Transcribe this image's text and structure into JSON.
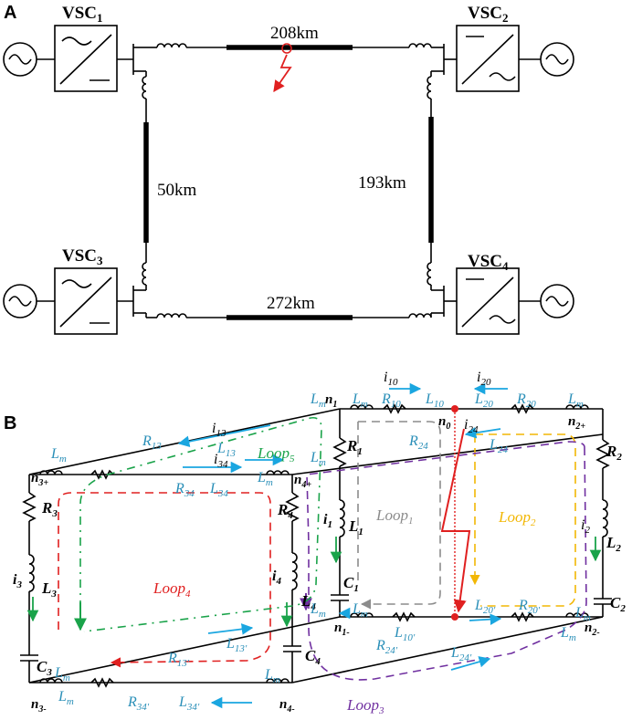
{
  "panel_a": {
    "label": "A",
    "converters": [
      {
        "id": "vsc1",
        "name": "VSC",
        "sub": "1"
      },
      {
        "id": "vsc2",
        "name": "VSC",
        "sub": "2"
      },
      {
        "id": "vsc3",
        "name": "VSC",
        "sub": "3"
      },
      {
        "id": "vsc4",
        "name": "VSC",
        "sub": "4"
      }
    ],
    "line_lengths": {
      "top": "208km",
      "left": "50km",
      "right": "193km",
      "bottom": "272km"
    },
    "fault_color": "#e02020"
  },
  "panel_b": {
    "label": "B",
    "nodes": {
      "n1": {
        "base": "n",
        "sub": "1"
      },
      "n0": {
        "base": "n",
        "sub": "0"
      },
      "n2p": {
        "base": "n",
        "sub": "2+"
      },
      "n3p": {
        "base": "n",
        "sub": "3+"
      },
      "n4p": {
        "base": "n",
        "sub": "4+"
      },
      "n1m": {
        "base": "n",
        "sub": "1-"
      },
      "n2m": {
        "base": "n",
        "sub": "2-"
      },
      "n3m": {
        "base": "n",
        "sub": "3-"
      },
      "n4m": {
        "base": "n",
        "sub": "4-"
      }
    },
    "elements": {
      "Lm": {
        "base": "L",
        "sub": "m"
      },
      "R10": {
        "base": "R",
        "sub": "10"
      },
      "L10": {
        "base": "L",
        "sub": "10"
      },
      "L20": {
        "base": "L",
        "sub": "20"
      },
      "R20": {
        "base": "R",
        "sub": "20"
      },
      "R24": {
        "base": "R",
        "sub": "24"
      },
      "L24": {
        "base": "L",
        "sub": "24"
      },
      "R13": {
        "base": "R",
        "sub": "13"
      },
      "L13": {
        "base": "L",
        "sub": "13"
      },
      "R34": {
        "base": "R",
        "sub": "34"
      },
      "L34": {
        "base": "L",
        "sub": "34"
      },
      "L10p": {
        "base": "L",
        "sub": "10'"
      },
      "L20p": {
        "base": "L",
        "sub": "20'"
      },
      "R20p": {
        "base": "R",
        "sub": "20'"
      },
      "R24p": {
        "base": "R",
        "sub": "24'"
      },
      "L24p": {
        "base": "L",
        "sub": "24'"
      },
      "R13p": {
        "base": "R",
        "sub": "13'"
      },
      "L13p": {
        "base": "L",
        "sub": "13'"
      },
      "R34p": {
        "base": "R",
        "sub": "34'"
      },
      "L34p": {
        "base": "L",
        "sub": "34'"
      }
    },
    "converter_elements": {
      "R1": {
        "base": "R",
        "sub": "1"
      },
      "L1": {
        "base": "L",
        "sub": "1"
      },
      "C1": {
        "base": "C",
        "sub": "1"
      },
      "R2": {
        "base": "R",
        "sub": "2"
      },
      "L2": {
        "base": "L",
        "sub": "2"
      },
      "C2": {
        "base": "C",
        "sub": "2"
      },
      "R3": {
        "base": "R",
        "sub": "3"
      },
      "L3": {
        "base": "L",
        "sub": "3"
      },
      "C3": {
        "base": "C",
        "sub": "3"
      },
      "R4": {
        "base": "R",
        "sub": "4"
      },
      "L4": {
        "base": "L",
        "sub": "4"
      },
      "C4": {
        "base": "C",
        "sub": "4"
      }
    },
    "currents": {
      "i10": {
        "base": "i",
        "sub": "10"
      },
      "i20": {
        "base": "i",
        "sub": "20"
      },
      "i24": {
        "base": "i",
        "sub": "24"
      },
      "i13": {
        "base": "i",
        "sub": "13"
      },
      "i34": {
        "base": "i",
        "sub": "34"
      },
      "i1": {
        "base": "i",
        "sub": "1"
      },
      "i2": {
        "base": "i",
        "sub": "2"
      },
      "i3": {
        "base": "i",
        "sub": "3"
      },
      "i4": {
        "base": "i",
        "sub": "4"
      }
    },
    "loops": {
      "loop1": {
        "base": "Loop",
        "sub": "1",
        "color": "#8c8c8c"
      },
      "loop2": {
        "base": "Loop",
        "sub": "2",
        "color": "#f2b705"
      },
      "loop3": {
        "base": "Loop",
        "sub": "3",
        "color": "#7030a0"
      },
      "loop4": {
        "base": "Loop",
        "sub": "4",
        "color": "#e02020"
      },
      "loop5": {
        "base": "Loop",
        "sub": "5",
        "color": "#1aa34a"
      }
    },
    "colors": {
      "element_text": "#2a8fb8",
      "current_arrow": "#1aa6e0",
      "branch_arrow": "#1aa34a",
      "fault": "#e02020"
    }
  }
}
